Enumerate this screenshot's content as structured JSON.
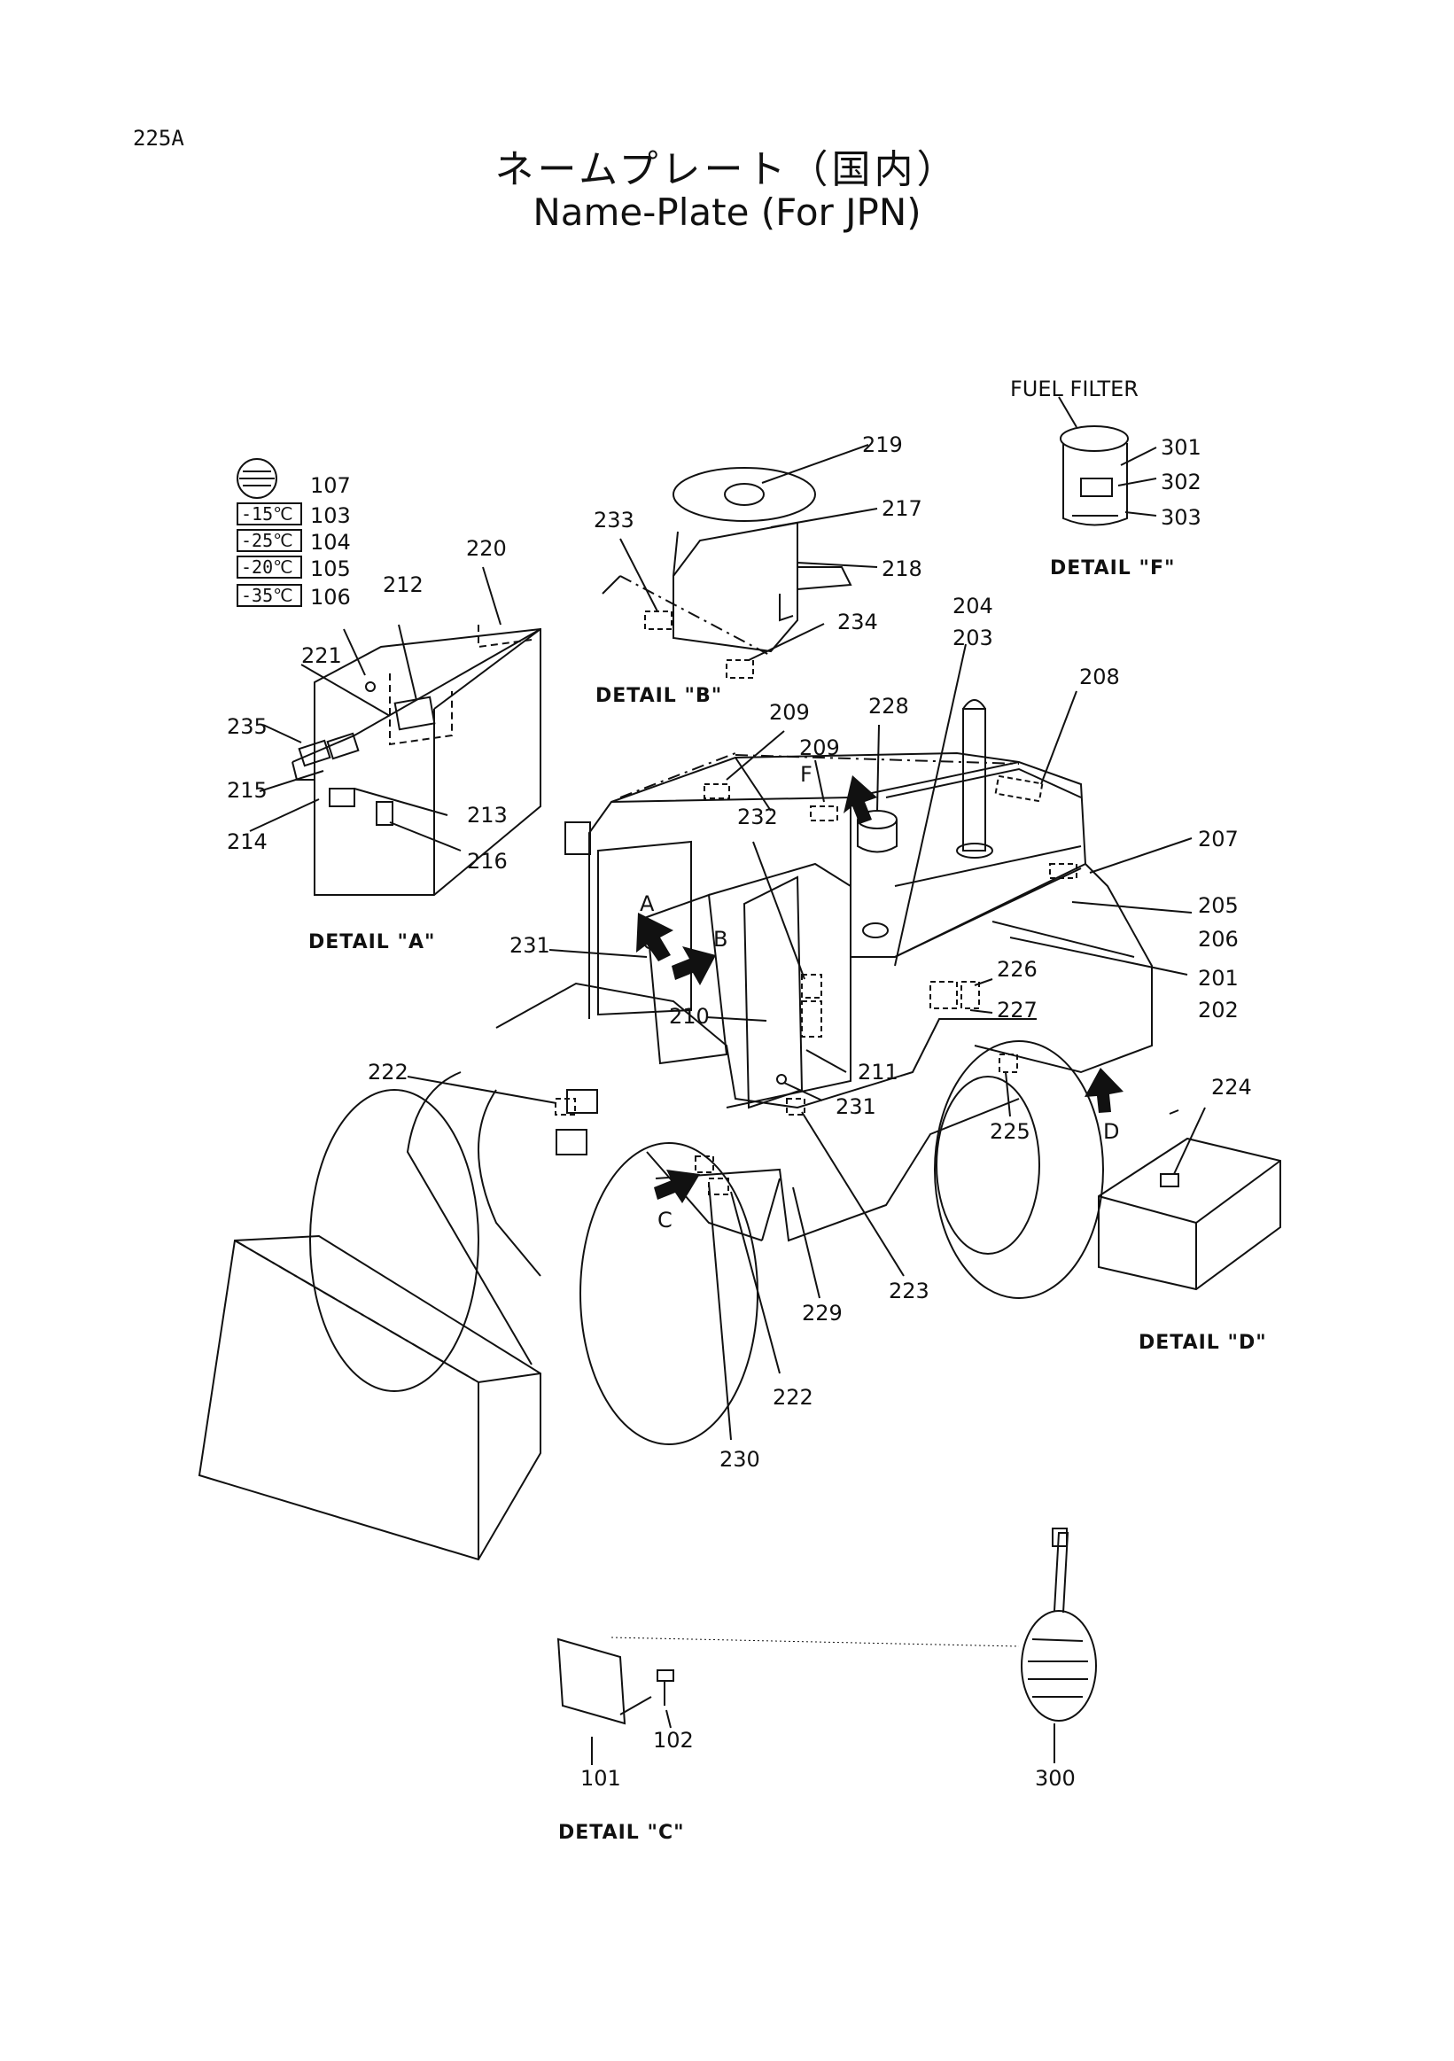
{
  "page_code": "225A",
  "title_jp": "ネームプレート（国内）",
  "title_en": "Name-Plate (For JPN)",
  "fuel_filter_label": "FUEL FILTER",
  "details": {
    "a": "DETAIL \"A\"",
    "b": "DETAIL \"B\"",
    "c": "DETAIL \"C\"",
    "d": "DETAIL \"D\"",
    "f": "DETAIL \"F\""
  },
  "arrow_letters": {
    "a": "A",
    "b": "B",
    "c": "C",
    "d": "D",
    "f": "F"
  },
  "temperature_plates": [
    {
      "mark": "-15℃",
      "number": "103"
    },
    {
      "mark": "-25℃",
      "number": "104"
    },
    {
      "mark": "-20℃",
      "number": "105"
    },
    {
      "mark": "-35℃",
      "number": "106"
    }
  ],
  "part_numbers": {
    "p107": "107",
    "p220": "220",
    "p212": "212",
    "p221": "221",
    "p235": "235",
    "p215": "215",
    "p213": "213",
    "p214": "214",
    "p216": "216",
    "p219": "219",
    "p217": "217",
    "p218": "218",
    "p233": "233",
    "p234": "234",
    "p301": "301",
    "p302": "302",
    "p303": "303",
    "p204": "204",
    "p203": "203",
    "p208": "208",
    "p209a": "209",
    "p209b": "209",
    "p228": "228",
    "p207": "207",
    "p205": "205",
    "p206": "206",
    "p201": "201",
    "p202": "202",
    "p232": "232",
    "p231a": "231",
    "p231b": "231",
    "p226": "226",
    "p227": "227",
    "p210": "210",
    "p211": "211",
    "p222a": "222",
    "p222b": "222",
    "p225": "225",
    "p224": "224",
    "p223": "223",
    "p229": "229",
    "p230": "230",
    "p101": "101",
    "p102": "102",
    "p300": "300"
  }
}
